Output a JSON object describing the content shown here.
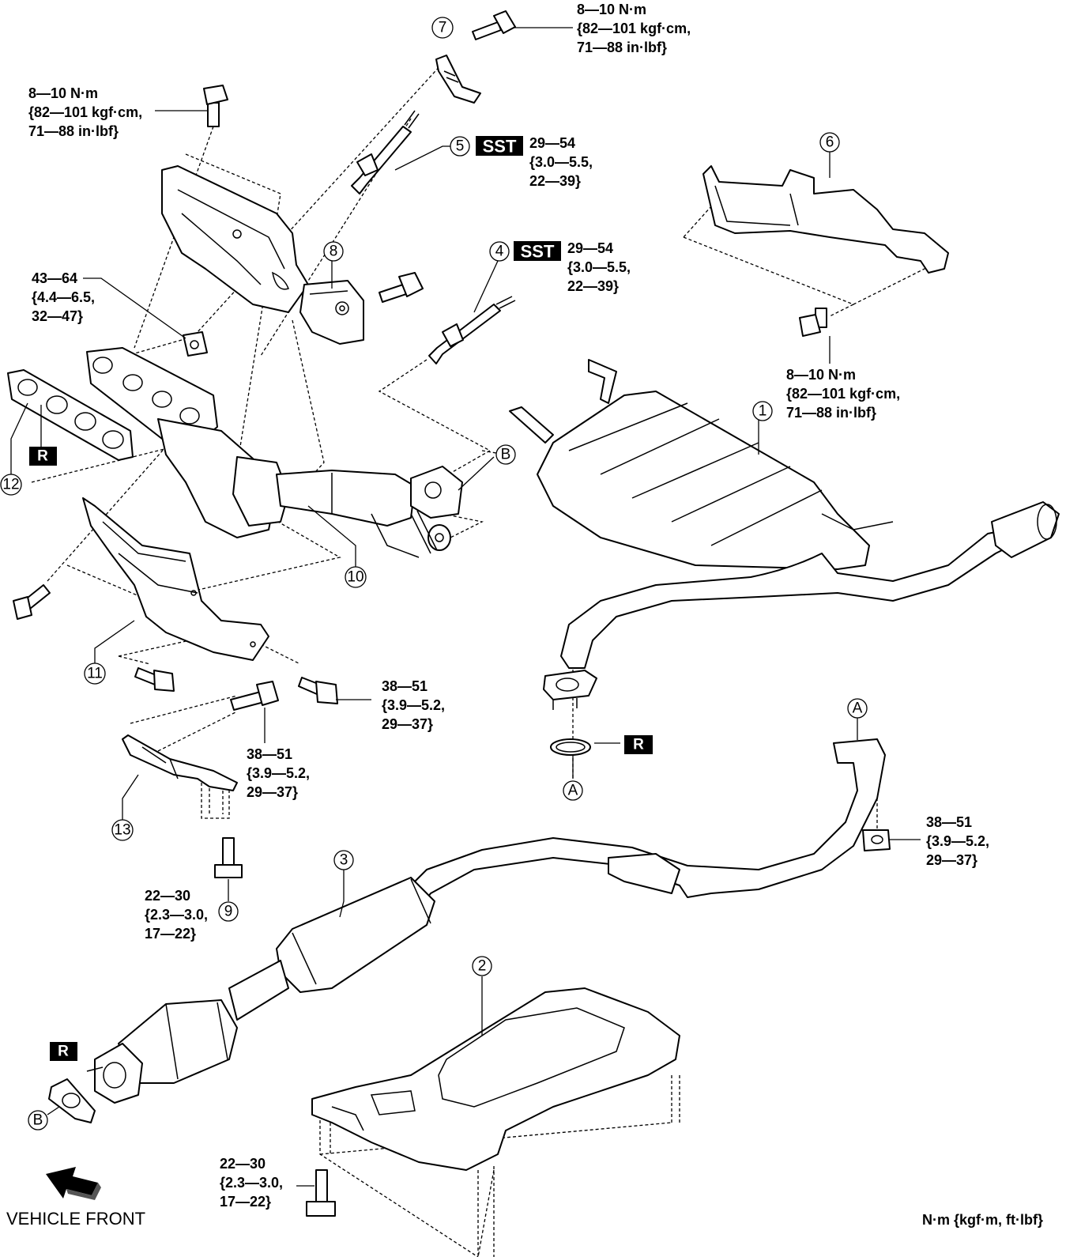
{
  "torque": {
    "t7": [
      "8—10 N·m",
      "{82—101 kgf·cm,",
      "71—88 in·lbf}"
    ],
    "t_heat": [
      "8—10 N·m",
      "{82—101 kgf·cm,",
      "71—88 in·lbf}"
    ],
    "t5": [
      "29—54",
      "{3.0—5.5,",
      "22—39}"
    ],
    "t4": [
      "29—54",
      "{3.0—5.5,",
      "22—39}"
    ],
    "t6": [
      "8—10 N·m",
      "{82—101 kgf·cm,",
      "71—88 in·lbf}"
    ],
    "t_nut": [
      "43—64",
      "{4.4—6.5,",
      "32—47}"
    ],
    "t11": [
      "38—51",
      "{3.9—5.2,",
      "29—37}"
    ],
    "t13": [
      "38—51",
      "{3.9—5.2,",
      "29—37}"
    ],
    "tA": [
      "38—51",
      "{3.9—5.2,",
      "29—37}"
    ],
    "t9": [
      "22—30",
      "{2.3—3.0,",
      "17—22}"
    ],
    "t2": [
      "22—30",
      "{2.3—3.0,",
      "17—22}"
    ]
  },
  "callouts": {
    "c1": "1",
    "c2": "2",
    "c3": "3",
    "c4": "4",
    "c5": "5",
    "c6": "6",
    "c7": "7",
    "c8": "8",
    "c9": "9",
    "c10": "10",
    "c11": "11",
    "c12": "12",
    "c13": "13",
    "cA1": "A",
    "cA2": "A",
    "cB1": "B",
    "cB2": "B"
  },
  "badges": {
    "sst": "SST",
    "replace": "R"
  },
  "footer": {
    "vehicle_front": "VEHICLE FRONT",
    "units": "N·m {kgf·m, ft·lbf}"
  }
}
